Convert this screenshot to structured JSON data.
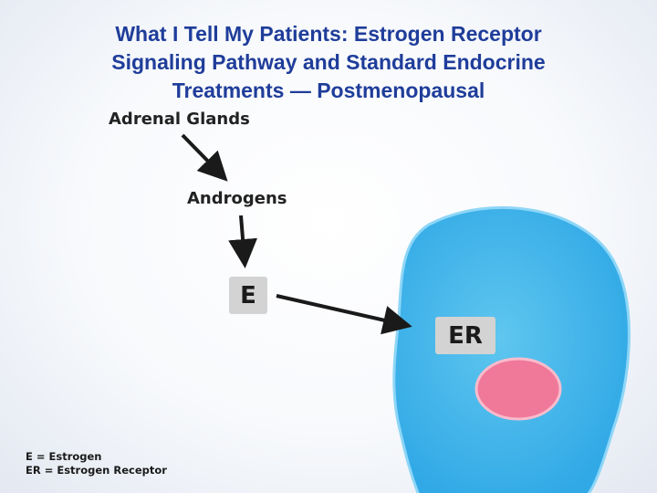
{
  "slide": {
    "title_lines": [
      "What I Tell My Patients: Estrogen Receptor",
      "Signaling Pathway and Standard Endocrine",
      "Treatments — Postmenopausal"
    ]
  },
  "diagram": {
    "nodes": {
      "adrenal": "Adrenal Glands",
      "androgens": "Androgens",
      "estrogen": "E",
      "receptor": "ER"
    },
    "colors": {
      "cell_fill": "#3db2ec",
      "cell_border": "#7fd2f6",
      "nucleus_fill": "#f0799a",
      "nucleus_border": "#f7b6c8",
      "title": "#1f3d9a"
    }
  },
  "legend": {
    "items": [
      "E = Estrogen",
      "ER = Estrogen Receptor"
    ]
  }
}
